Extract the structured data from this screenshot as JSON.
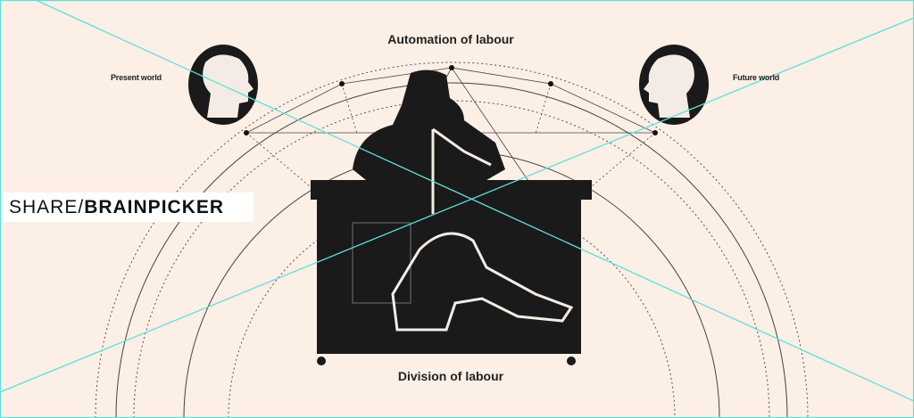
{
  "labels": {
    "top": "Automation of labour",
    "bottom": "Division of labour",
    "left": "Present world",
    "right": "Future world"
  },
  "logo": {
    "part1": "SHARE/",
    "part2": "BRAINPICKER"
  },
  "colors": {
    "background": "#fcefe6",
    "guide": "#5fe0dc",
    "ink": "#1a1a1a"
  }
}
